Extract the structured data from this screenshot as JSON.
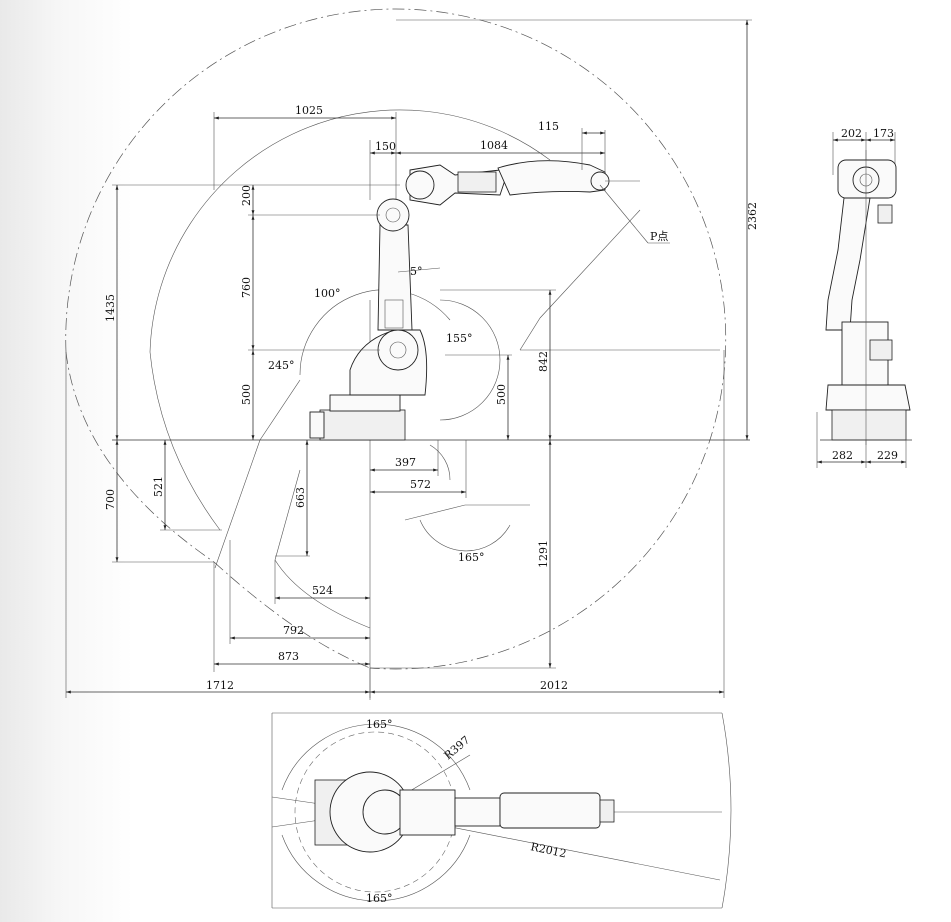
{
  "side_view": {
    "dims": {
      "d1025": "1025",
      "d150": "150",
      "d1084": "1084",
      "d115": "115",
      "d200": "200",
      "d760": "760",
      "d1435": "1435",
      "d500a": "500",
      "d500b": "500",
      "d842": "842",
      "d2362": "2362",
      "d397": "397",
      "d572": "572",
      "d700": "700",
      "d521": "521",
      "d663": "663",
      "d524": "524",
      "d792": "792",
      "d873": "873",
      "d1712": "1712",
      "d2012": "2012",
      "d1291": "1291"
    },
    "angles": {
      "a100": "100°",
      "a5": "5°",
      "a245": "245°",
      "a155": "155°",
      "a165": "165°"
    },
    "p_point": "P点"
  },
  "front_view": {
    "dims": {
      "d202": "202",
      "d173": "173",
      "d282": "282",
      "d229": "229"
    }
  },
  "top_view": {
    "angle_top": "165°",
    "angle_bottom": "165°",
    "r397": "R397",
    "r2012": "R2012"
  }
}
